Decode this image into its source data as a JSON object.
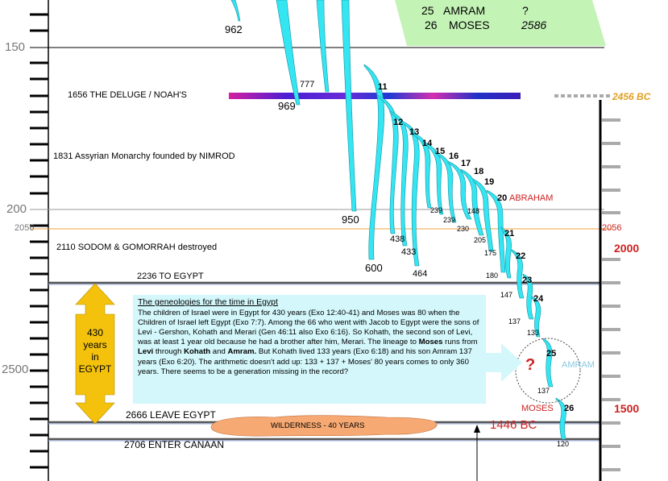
{
  "ages": {
    "top_left": "962",
    "noah_777": "777",
    "noah_969": "969",
    "shem_600": "600",
    "age_950": "950",
    "age_438": "438",
    "age_433": "433",
    "age_464": "464",
    "age_239a": "239",
    "age_239b": "239",
    "age_230": "230",
    "age_148": "148",
    "age_205": "205",
    "age_175": "175",
    "age_180": "180",
    "age_147": "147",
    "age_137a": "137",
    "age_133": "133",
    "age_137b": "137",
    "age_120": "120"
  },
  "generations": [
    "11",
    "12",
    "13",
    "14",
    "15",
    "16",
    "17",
    "18",
    "19",
    "20",
    "21",
    "22",
    "23",
    "24",
    "25",
    "26"
  ],
  "labels": {
    "abraham": "ABRAHAM",
    "moses": "MOSES",
    "amram": "AMRAM",
    "question": "?",
    "deluge": "1656  THE DELUGE / NOAH'S",
    "assyrian": "1831 Assyrian Monarchy founded by NIMROD",
    "sodom": "2110 SODOM & GOMORRAH destroyed",
    "to_egypt": "2236 TO EGYPT",
    "leave_egypt": "2666  LEAVE EGYPT",
    "enter_canaan": "2706 ENTER CANAAN",
    "wilderness": "WILDERNESS - 40 YEARS",
    "bc_1446": "1446  BC",
    "bc_2456": "2456 BC",
    "y2056_left": "2056",
    "y2056_right": "2056"
  },
  "left_axis": [
    "150",
    "200",
    "2500"
  ],
  "right_axis": [
    "2000",
    "1500"
  ],
  "top_box": {
    "row1_num": "25",
    "row1_name": "AMRAM",
    "row1_val": "?",
    "row2_num": "26",
    "row2_name": "MOSES",
    "row2_val": "2586"
  },
  "years_arrow": {
    "line1": "430",
    "line2": "years",
    "line3": "in",
    "line4": "EGYPT"
  },
  "info": {
    "heading": "The geneologies for the time in Egypt",
    "p1": "The children of Israel were in Egypt for 430 years (Exo 12:40-41) and Moses was 80 when the Children of Israel left Egypt (Exo 7:7).  Among the 66 who went with Jacob to Egypt were the sons of Levi - Gershon, Kohath and Merari (Gen 46:11 also Exo 6:16). So Kohath, the second son of Levi, was at least 1 year old because he had a brother after him, Merari. The lineage to ",
    "b_moses": "Moses",
    "p2": " runs from ",
    "b_levi": "Levi",
    "p3": " through ",
    "b_kohath": "Kohath",
    "p4": " and ",
    "b_amram": "Amram.",
    "p5": " But Kohath lived 133 years (Exo 6:18) and his son Amram 137 years (Exo 6:20).  The arithmetic doesn't add up: 133 + 137 + Moses' 80 years comes to only 360 years. There seems to be a generation missing in the record?"
  },
  "colors": {
    "cyan": "#33e6f2",
    "green_box": "#c4f3b6",
    "gold": "#f4c20d",
    "orange_line": "#f0a040",
    "red": "#cc2222",
    "wilderness": "#f6a972",
    "info_bg": "#d3f7fb"
  }
}
